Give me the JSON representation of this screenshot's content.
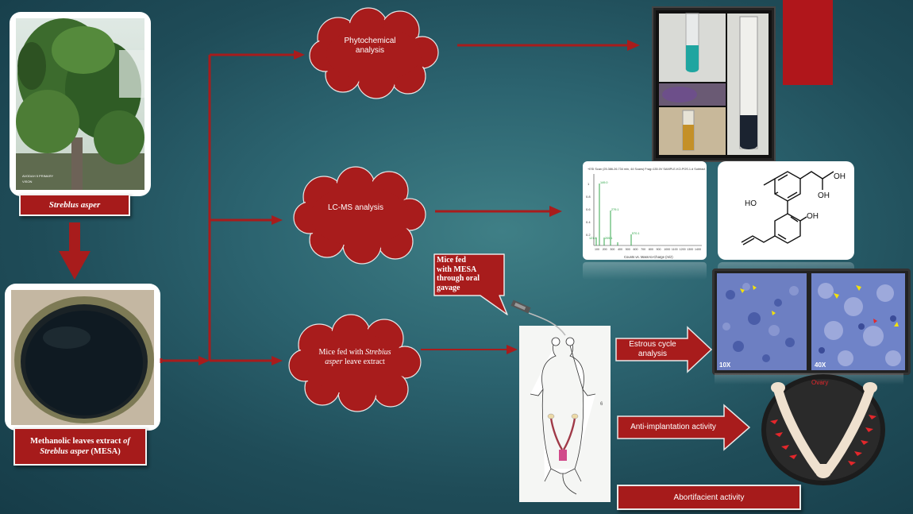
{
  "plant": {
    "label": "Streblus asper",
    "watermark_line1": "AVODAH 5 PRIMARY",
    "watermark_line2": "VISON"
  },
  "extract": {
    "label_line1_pre": "Methanolic leaves extract ",
    "label_line1_em": "of",
    "label_line2_em": "Streblus asper",
    "label_line2_post": " (MESA)"
  },
  "clouds": {
    "phyto_line1": "Phytochemical",
    "phyto_line2": "analysis",
    "lcms": "LC-MS analysis",
    "mice_line1_pre": "Mice fed with ",
    "mice_line1_em": "Strebius",
    "mice_line2_em": "asper",
    "mice_line2_post": " leave extract"
  },
  "speech_bubble": {
    "line1": "Mice fed",
    "line2": "with MESA",
    "line3": "through oral",
    "line4": "gavage"
  },
  "chromatogram": {
    "header": "+ESI Scan (25.386-26.734 min, 44 Scans) Frag=135.0V SAMPLE-KO-POS.1.d  Subtract",
    "y_ticks": [
      "1",
      "0.8",
      "0.6",
      "0.4",
      "0.2"
    ],
    "x_ticks": [
      "100",
      "200",
      "300",
      "400",
      "500",
      "600",
      "700",
      "800",
      "900",
      "1000",
      "1100",
      "1200",
      "1300",
      "1400"
    ],
    "x_label": "Counts vs. Mass-to-Charge (m/z)",
    "peak_labels": [
      "149.0",
      "279.1",
      "121.0",
      "205.1",
      "570.1"
    ]
  },
  "structure": {
    "oh_top": "OH",
    "ho_left": "HO",
    "oh_mid": "OH",
    "oh_right": "OH"
  },
  "micro": {
    "left_mag": "10X",
    "right_mag": "40X"
  },
  "ovary": {
    "label": "Ovary"
  },
  "mouse": {
    "mark": "6"
  },
  "outcomes": {
    "estrous_line1": "Estrous cycle",
    "estrous_line2": "analysis",
    "anti_implantation": "Anti-implantation activity",
    "abortifacient": "Abortifacient activity"
  },
  "colors": {
    "arrow_red": "#a81c1c",
    "box_red": "#a61b1b",
    "background": "#2c6470"
  }
}
